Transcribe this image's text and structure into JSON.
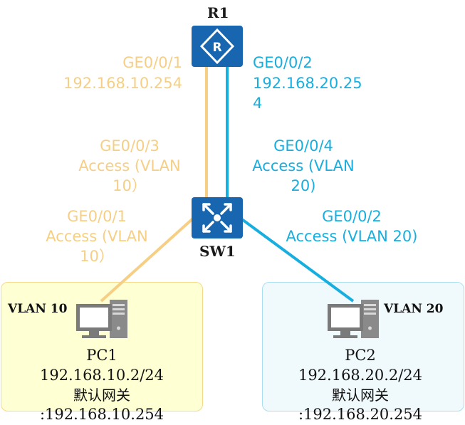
{
  "colors": {
    "vlan10": "#f6cf85",
    "vlan20": "#17aee0",
    "device": "#1865b0"
  },
  "router": {
    "name": "R1",
    "icon": "router-icon"
  },
  "switch": {
    "name": "SW1",
    "icon": "switch-icon"
  },
  "ports": {
    "r1_ge1": {
      "port": "GE0/0/1",
      "ip": "192.168.10.254"
    },
    "r1_ge2": {
      "port": "GE0/0/2",
      "ip_line1": "192.168.20.25",
      "ip_line2": "4"
    },
    "sw_ge3": {
      "port": "GE0/0/3",
      "mode_line1": "Access (VLAN",
      "mode_line2": "10）"
    },
    "sw_ge4": {
      "port": "GE0/0/4",
      "mode_line1": "Access (VLAN",
      "mode_line2": "20)"
    },
    "sw_ge1": {
      "port": "GE0/0/1",
      "mode_line1": "Access (VLAN",
      "mode_line2": "10）"
    },
    "sw_ge2": {
      "port": "GE0/0/2",
      "mode": "Access (VLAN 20)"
    }
  },
  "pc1": {
    "vlan": "VLAN 10",
    "name": "PC1",
    "ip": "192.168.10.2/24",
    "gw_label": "默认网关",
    "gw": ":192.168.10.254",
    "icon": "computer-icon"
  },
  "pc2": {
    "vlan": "VLAN 20",
    "name": "PC2",
    "ip": "192.168.20.2/24",
    "gw_label": "默认网关",
    "gw": ":192.168.20.254",
    "icon": "computer-icon"
  }
}
